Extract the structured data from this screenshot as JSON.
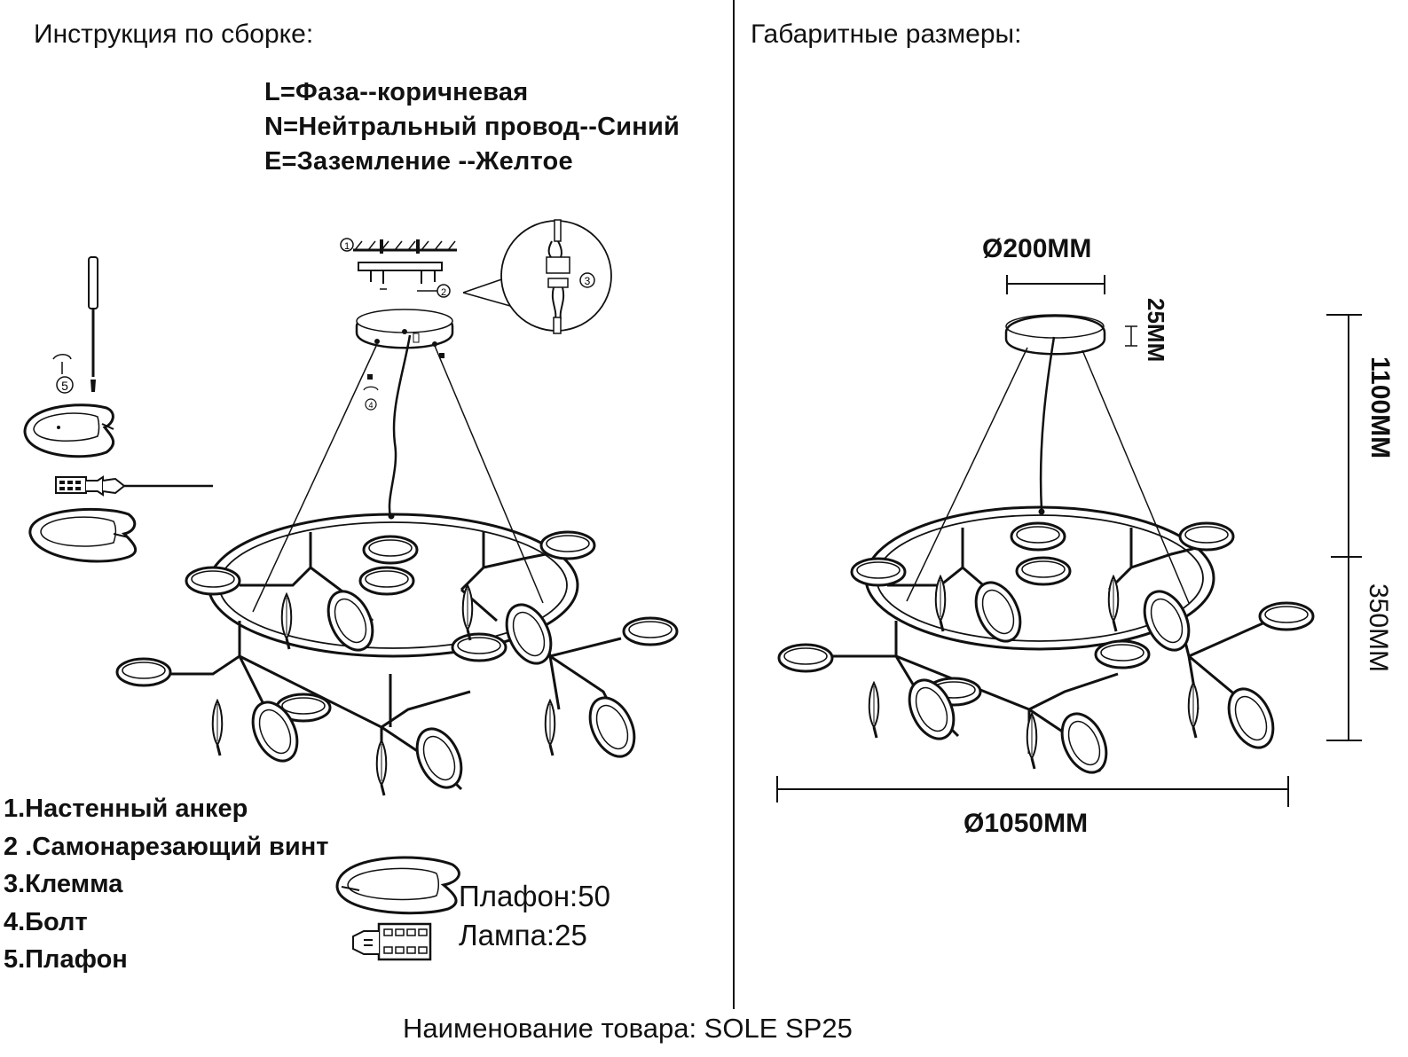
{
  "left": {
    "title": "Инструкция по сборке:",
    "wiring": [
      "L=Фаза--коричневая",
      "N=Нейтральный провод--Синий",
      "E=Заземление --Желтое"
    ],
    "callouts": [
      "1",
      "2",
      "3",
      "4",
      "5"
    ],
    "parts": [
      "1.Настенный анкер",
      "2 .Самонарезающий винт",
      "3.Клемма",
      "4.Болт",
      "5.Плафон"
    ],
    "counts": {
      "shade": "Плафон:50",
      "lamp": "Лампа:25"
    }
  },
  "right": {
    "title": "Габаритные размеры:",
    "dims": {
      "canopy": "Ø200MM",
      "canopy_height": "25MM",
      "total_height": "1100MM",
      "body_height": "350MM",
      "diameter": "Ø1050MM"
    }
  },
  "footer": "Наименование товара: SOLE SP25"
}
